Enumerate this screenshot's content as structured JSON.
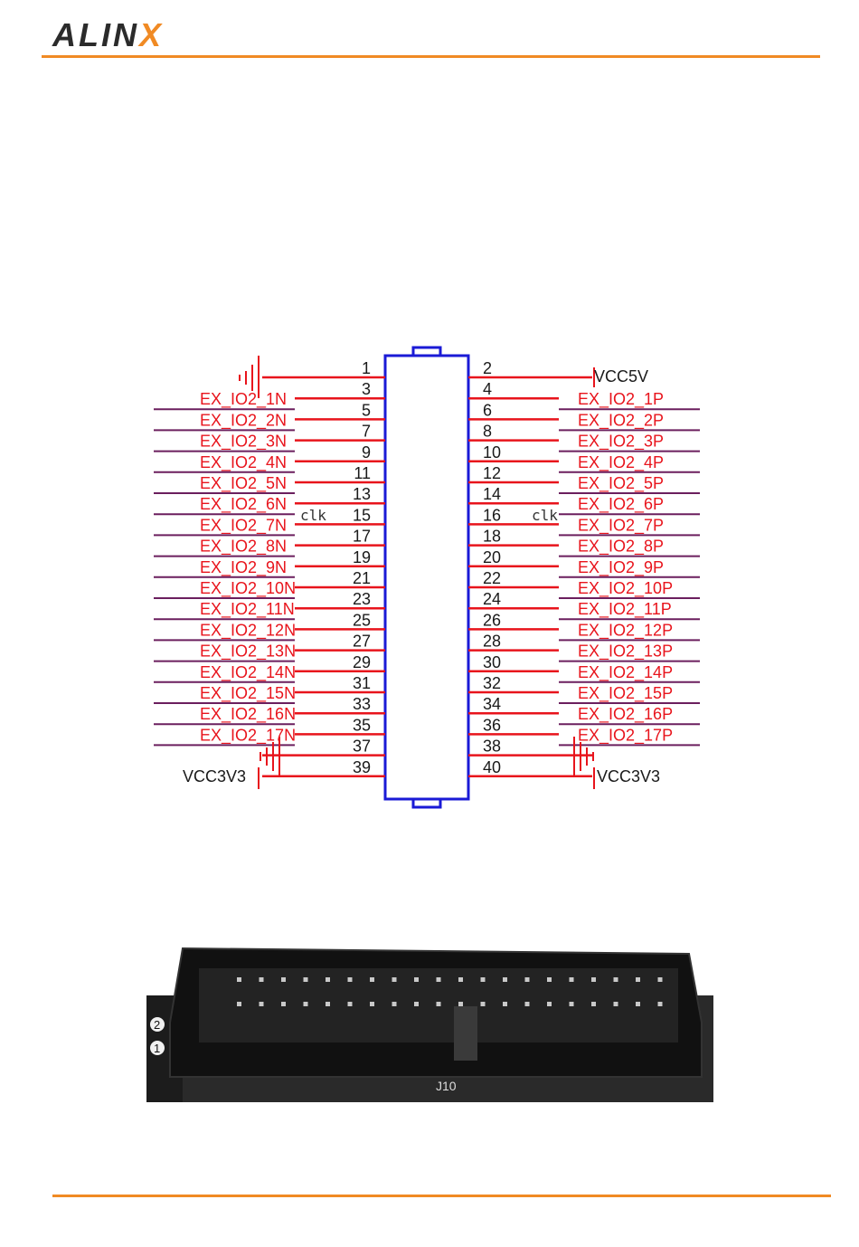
{
  "header": {
    "logo_main": "ALIN",
    "logo_accent": "X",
    "accent_color": "#f08a24"
  },
  "connector": {
    "left_pins": [
      "1",
      "3",
      "5",
      "7",
      "9",
      "11",
      "13",
      "15",
      "17",
      "19",
      "21",
      "23",
      "25",
      "27",
      "29",
      "31",
      "33",
      "35",
      "37",
      "39"
    ],
    "right_pins": [
      "2",
      "4",
      "6",
      "8",
      "10",
      "12",
      "14",
      "16",
      "18",
      "20",
      "22",
      "24",
      "26",
      "28",
      "30",
      "32",
      "34",
      "36",
      "38",
      "40"
    ],
    "left_nets": [
      "EX_IO2_1N",
      "EX_IO2_2N",
      "EX_IO2_3N",
      "EX_IO2_4N",
      "EX_IO2_5N",
      "EX_IO2_6N",
      "EX_IO2_7N",
      "EX_IO2_8N",
      "EX_IO2_9N",
      "EX_IO2_10N",
      "EX_IO2_11N",
      "EX_IO2_12N",
      "EX_IO2_13N",
      "EX_IO2_14N",
      "EX_IO2_15N",
      "EX_IO2_16N",
      "EX_IO2_17N"
    ],
    "right_nets": [
      "EX_IO2_1P",
      "EX_IO2_2P",
      "EX_IO2_3P",
      "EX_IO2_4P",
      "EX_IO2_5P",
      "EX_IO2_6P",
      "EX_IO2_7P",
      "EX_IO2_8P",
      "EX_IO2_9P",
      "EX_IO2_10P",
      "EX_IO2_11P",
      "EX_IO2_12P",
      "EX_IO2_13P",
      "EX_IO2_14P",
      "EX_IO2_15P",
      "EX_IO2_16P",
      "EX_IO2_17P"
    ],
    "power_top_right": "VCC5V",
    "power_bottom_left": "VCC3V3",
    "power_bottom_right": "VCC3V3",
    "clk_left": "clk",
    "clk_right": "clk",
    "net_color": "#e8141c",
    "wire_color": "#6b1f5e",
    "body_color": "#1a1ad6"
  },
  "photo": {
    "pin1_label": "1",
    "pin2_label": "2",
    "ref_label": "J10"
  }
}
